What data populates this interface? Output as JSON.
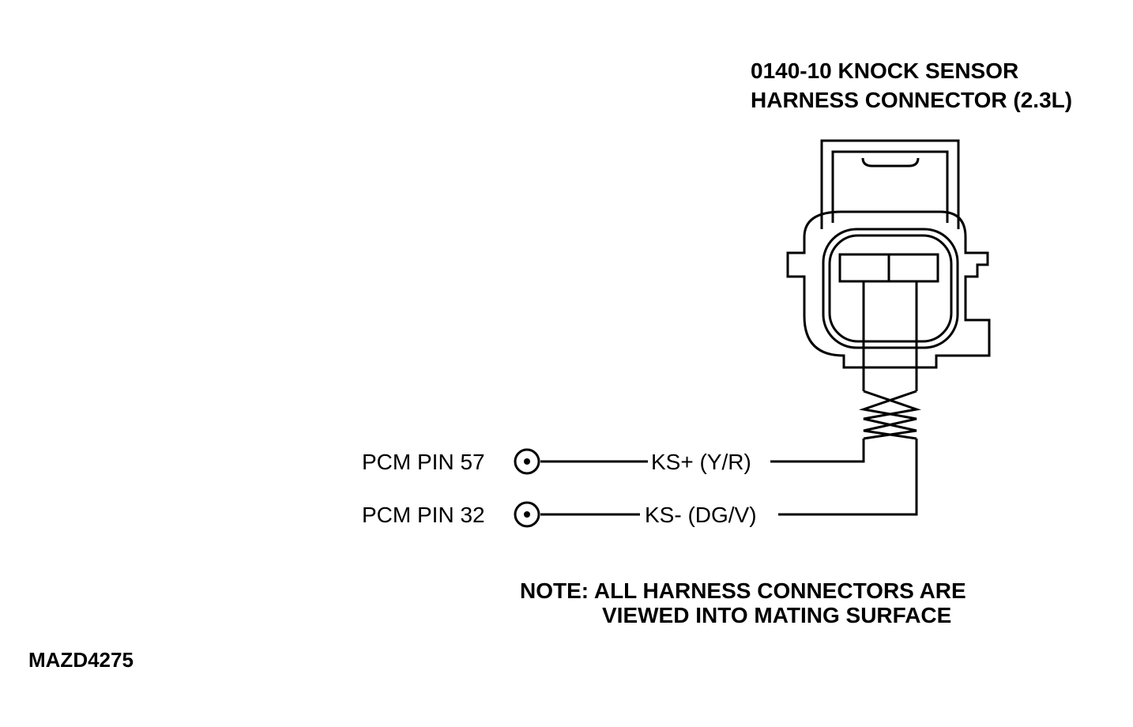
{
  "title": {
    "line1": "0140-10 KNOCK SENSOR",
    "line2": "HARNESS CONNECTOR (2.3L)"
  },
  "pins": [
    {
      "label": "PCM PIN 57",
      "signal": "KS+ (Y/R)"
    },
    {
      "label": "PCM PIN 32",
      "signal": "KS- (DG/V)"
    }
  ],
  "note": {
    "line1": "NOTE: ALL HARNESS CONNECTORS ARE",
    "line2": "VIEWED INTO MATING SURFACE"
  },
  "figure_code": "MAZD4275"
}
